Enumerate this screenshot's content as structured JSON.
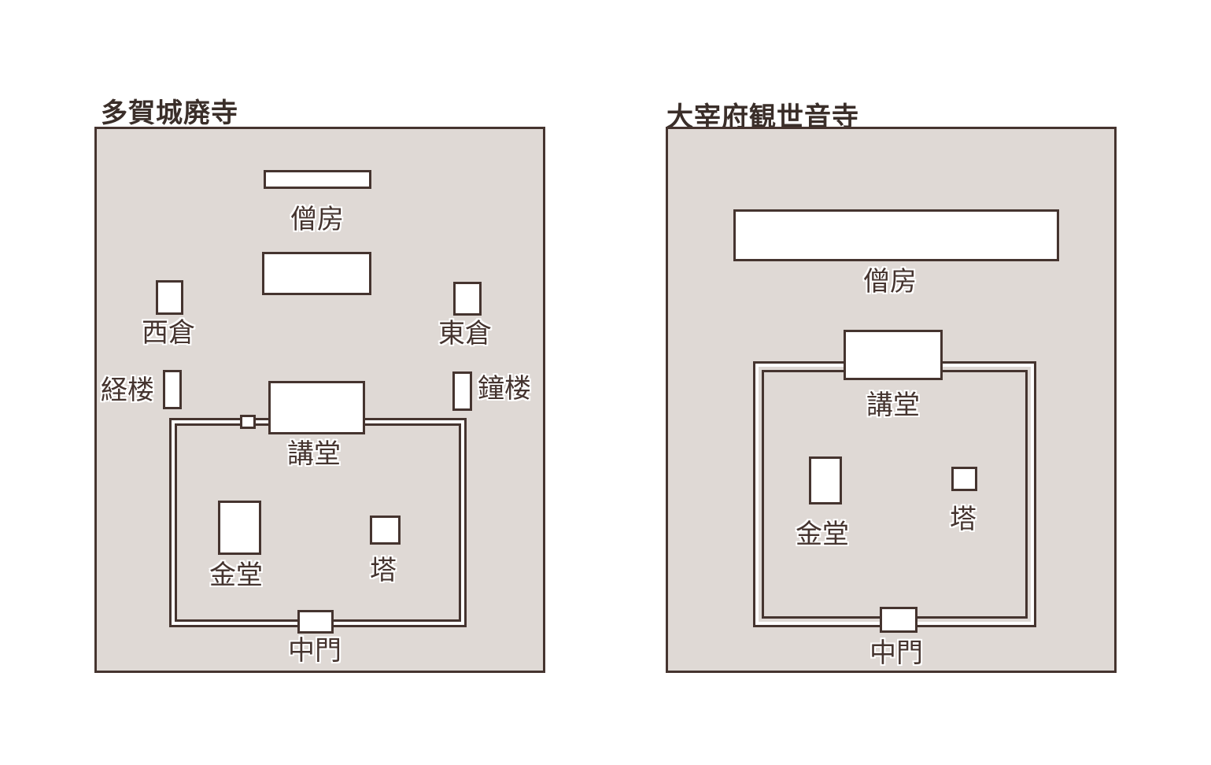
{
  "left": {
    "title": "多賀城廃寺",
    "labels": {
      "sobo": "僧房",
      "nishikura": "西倉",
      "higashikura": "東倉",
      "kyoro": "経楼",
      "shoro": "鐘楼",
      "kodo": "講堂",
      "kondo": "金堂",
      "to": "塔",
      "chumon": "中門"
    }
  },
  "right": {
    "title": "大宰府観世音寺",
    "labels": {
      "sobo": "僧房",
      "kodo": "講堂",
      "kondo": "金堂",
      "to": "塔",
      "chumon": "中門"
    }
  },
  "colors": {
    "ground": "#dfd9d5",
    "outline": "#45342f",
    "building": "#ffffff"
  }
}
